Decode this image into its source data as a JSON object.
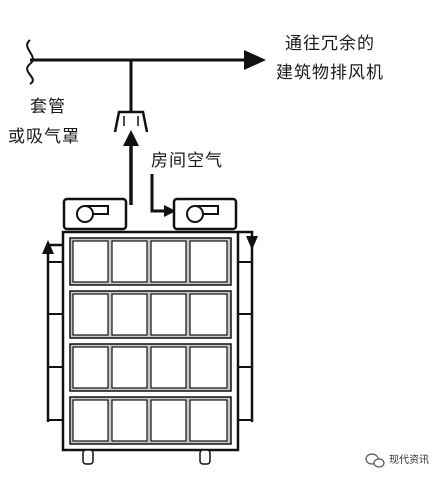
{
  "labels": {
    "exhaust_line1": "通往冗余的",
    "exhaust_line2": "建筑物排风机",
    "thimble_line1": "套管",
    "thimble_line2": "或吸气罩",
    "room_air": "房间空气"
  },
  "watermark": {
    "icon": "wechat-icon",
    "text": "现代资讯"
  },
  "colors": {
    "line": "#111111",
    "rack_fill": "#c8c8c8",
    "background": "#ffffff"
  }
}
